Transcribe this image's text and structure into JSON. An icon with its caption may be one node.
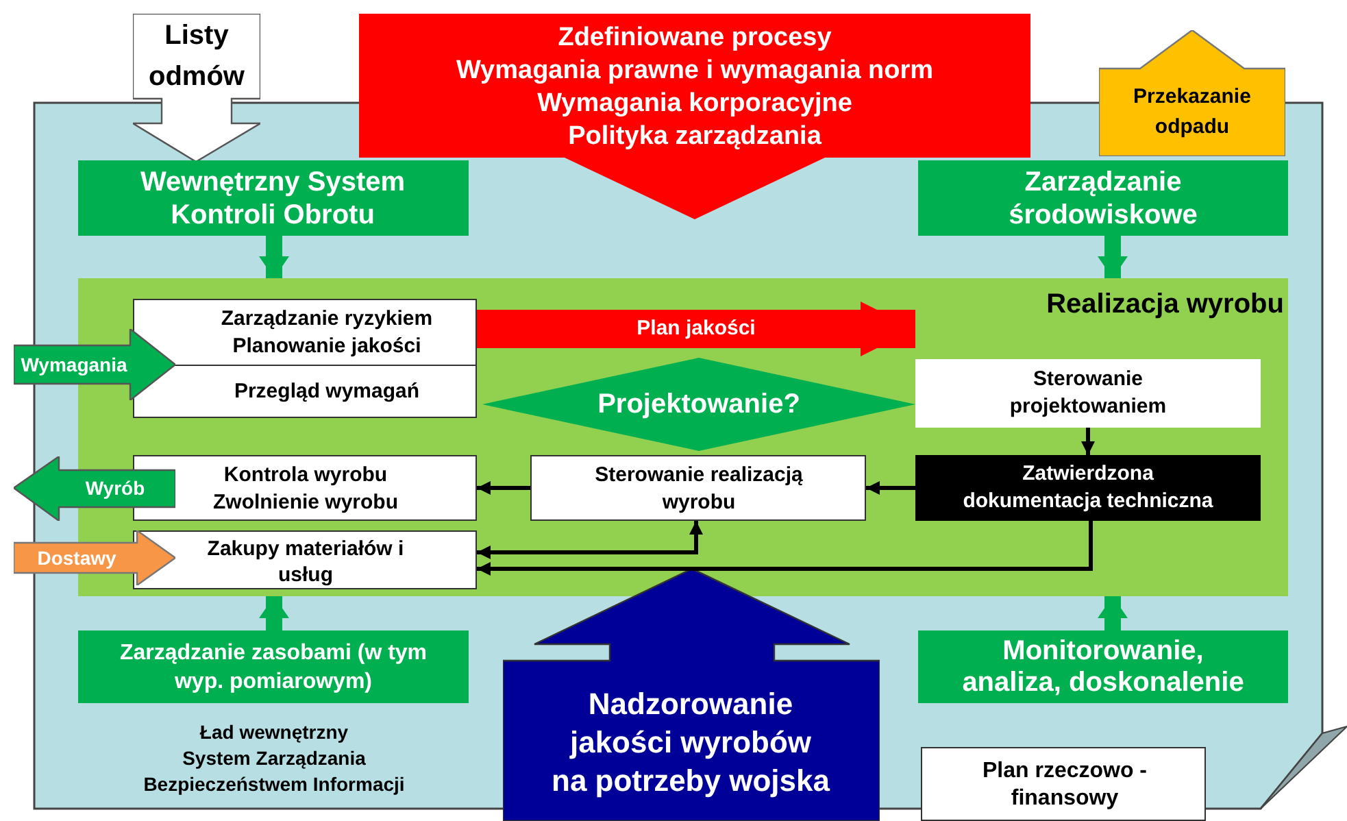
{
  "diagram": {
    "nodes": [
      {
        "text": [
          "Listy odmów"
        ]
      },
      {
        "text": [
          "Zdefiniowane procesy",
          "Wymagania prawne i wymagania norm",
          "Wymagania korporacyjne",
          "Polityka zarządzania"
        ]
      },
      {
        "text": [
          "Przekazanie odpadu"
        ]
      },
      {
        "text": [
          "Wewnętrzny System Kontroli Obrotu"
        ]
      },
      {
        "text": [
          "Zarządzanie środowiskowe"
        ]
      },
      {
        "text": [
          "Realizacja wyrobu"
        ]
      },
      {
        "text": [
          "Zarządzanie ryzykiem",
          "Planowanie jakości",
          "Przegląd wymagań"
        ],
        "in": 5
      },
      {
        "text": [
          "Projektowanie?"
        ],
        "in": 5
      },
      {
        "text": [
          "Sterowanie projektowaniem"
        ],
        "in": 5
      },
      {
        "text": [
          "Wymagania"
        ]
      },
      {
        "text": [
          "Kontrola wyrobu Zwolnienie wyrobu"
        ],
        "in": 5
      },
      {
        "text": [
          "Sterowanie realizacją wyrobu"
        ],
        "in": 5
      },
      {
        "text": [
          "Zatwierdzona dokumentacja techniczna"
        ],
        "in": 5
      },
      {
        "text": [
          "Wyrób"
        ]
      },
      {
        "text": [
          "Zakupy materiałów i usług"
        ],
        "in": 5
      },
      {
        "text": [
          "Dostawy"
        ]
      },
      {
        "text": [
          "Zarządzanie zasobami (w tym wyp. pomiarowym)"
        ]
      },
      {
        "text": [
          "Nadzorowanie jakości wyrobów na potrzeby wojska"
        ]
      },
      {
        "text": [
          "Monitorowanie, analiza, doskonalenie"
        ]
      },
      {
        "text": [
          "Plan rzeczowo - finansowy"
        ]
      }
    ],
    "edges": [
      {
        "from": 3,
        "to": 5,
        "arrow": "to",
        "style": "thick",
        "color": "#00b050"
      },
      {
        "from": 4,
        "to": 5,
        "arrow": "to",
        "style": "thick",
        "color": "#00b050"
      },
      {
        "from": 16,
        "to": 5,
        "arrow": "to",
        "style": "thick",
        "color": "#00b050"
      },
      {
        "from": 18,
        "to": 5,
        "arrow": "to",
        "style": "thick",
        "color": "#00b050"
      },
      {
        "from": 8,
        "to": 12,
        "arrow": "to"
      },
      {
        "from": 12,
        "to": 11,
        "arrow": "to"
      },
      {
        "from": 11,
        "to": 10,
        "arrow": "to"
      },
      {
        "from": 14,
        "to": 11,
        "arrow": "both"
      },
      {
        "from": 12,
        "to": 14,
        "arrow": "to"
      },
      {
        "from": 6,
        "to": 8,
        "label": "Plan jakości",
        "arrow": "to",
        "style": "thick",
        "color": "#ff0000"
      }
    ],
    "labels": [
      "Ład wewnętrzny",
      "System Zarządzania Bezpieczeństwem Informacji"
    ]
  }
}
